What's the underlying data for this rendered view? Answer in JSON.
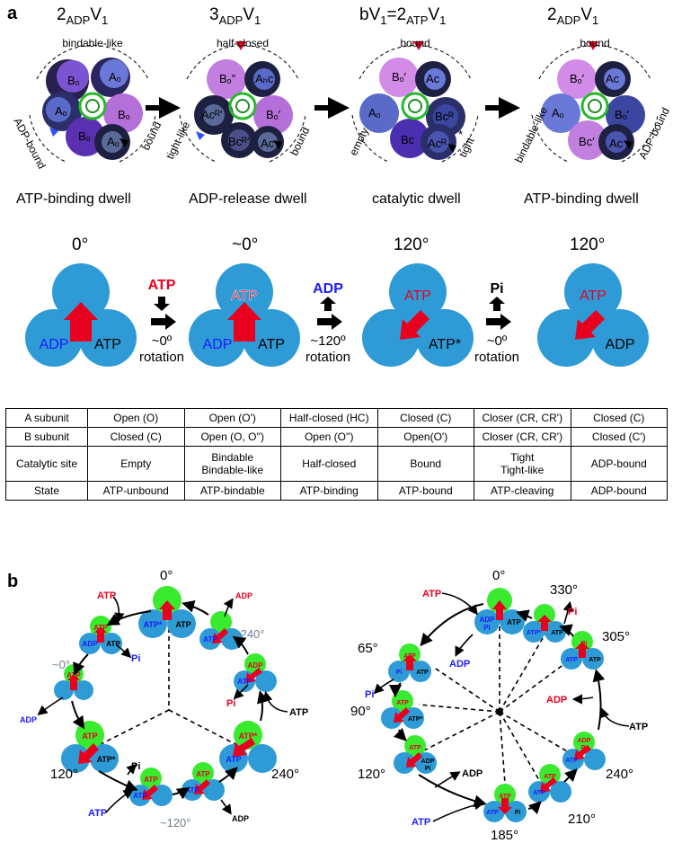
{
  "panel_a": {
    "label": "a",
    "states": [
      {
        "title_pre": "2",
        "title_sub": "ADP",
        "title_post": "V",
        "title_sub2": "1",
        "subunits": [
          "Bₒ",
          "Aₒ",
          "Aₒ",
          "Bₒ",
          "Bₒ",
          "Aₒ"
        ],
        "site_labels": [
          "bindable-like",
          "ADP-bound",
          "bound"
        ],
        "dwell": "ATP-binding dwell",
        "angle": "0°",
        "diagram": [
          "",
          "ADP",
          "ATP"
        ]
      },
      {
        "title_pre": "3",
        "title_sub": "ADP",
        "title_post": "V",
        "title_sub2": "1",
        "subunits": [
          "Bₒ″",
          "Aₕᴄ",
          "Aᴄᴿ′",
          "Bₒ′",
          "Bᴄᴿ′",
          "Aᴄ"
        ],
        "site_labels": [
          "half-closed",
          "tight-like",
          "bound"
        ],
        "dwell": "ADP-release dwell",
        "angle": "~0°",
        "diagram": [
          "ATP",
          "ADP",
          "ATP"
        ]
      },
      {
        "title_pre": "bV",
        "title_sub": "1",
        "title_post": "=2",
        "title_sub2": "ATP",
        "title_post2": "V",
        "title_sub3": "1",
        "subunits": [
          "Bₒ′",
          "Aᴄ",
          "Aₒ",
          "Bᴄᴿ",
          "Bᴄ",
          "Aᴄᴿ"
        ],
        "site_labels": [
          "bound",
          "empty",
          "tight"
        ],
        "dwell": "catalytic dwell",
        "angle": "120°",
        "diagram": [
          "ATP",
          "",
          "ATP*"
        ]
      },
      {
        "title_pre": "2",
        "title_sub": "ADP",
        "title_post": "V",
        "title_sub2": "1",
        "subunits": [
          "Bₒ′",
          "Aᴄ",
          "Aₒ",
          "Bₒ′",
          "Bᴄ′",
          "Aᴄ"
        ],
        "site_labels": [
          "bound",
          "bindable-like",
          "ADP-bound"
        ],
        "dwell": "ATP-binding dwell",
        "angle": "120°",
        "diagram": [
          "ATP",
          "",
          "ADP"
        ]
      }
    ],
    "transitions": [
      {
        "ligand": "ATP",
        "ligand_color": "#e8001f",
        "direction": "in",
        "rotation": "~0º",
        "rotation_word": "rotation"
      },
      {
        "ligand": "ADP",
        "ligand_color": "#1b1bff",
        "direction": "out",
        "rotation": "~120º",
        "rotation_word": "rotation"
      },
      {
        "ligand": "Pi",
        "ligand_color": "#000000",
        "direction": "out",
        "rotation": "~0º",
        "rotation_word": "rotation"
      }
    ],
    "table": {
      "rows": [
        {
          "header": "A subunit",
          "cells": [
            "Open (O)",
            "Open (O')",
            "Half-closed (HC)",
            "Closed (C)",
            "Closer (CR, CR')",
            "Closed (C)"
          ]
        },
        {
          "header": "B subunit",
          "cells": [
            "Closed (C)",
            "Open (O, O'')",
            "Open (O'')",
            "Open(O')",
            "Closer (CR, CR')",
            "Closed (C')"
          ]
        },
        {
          "header": "Catalytic site",
          "cells": [
            "Empty",
            "Bindable\nBindable-like",
            "Half-closed",
            "Bound",
            "Tight\nTight-like",
            "ADP-bound"
          ]
        },
        {
          "header": "State",
          "cells": [
            "ATP-unbound",
            "ATP-bindable",
            "ATP-binding",
            "ATP-bound",
            "ATP-cleaving",
            "ADP-bound"
          ]
        }
      ]
    }
  },
  "panel_b": {
    "label": "b",
    "left_cycle": {
      "angles": [
        "0°",
        "120°",
        "240°"
      ],
      "sub_angles": [
        "~0°",
        "~240°",
        "~120°"
      ],
      "ligands": {
        "atp": "ATP",
        "adp": "ADP",
        "pi": "Pi",
        "atp_star": "ATP*"
      }
    },
    "right_cycle": {
      "angles": [
        "0°",
        "330°",
        "305°",
        "65°",
        "90°",
        "120°",
        "240°",
        "210°",
        "185°"
      ],
      "ligands": {
        "atp": "ATP",
        "adp": "ADP",
        "pi": "Pi",
        "atp_star": "ATP*",
        "adp_pi_top": "ADP",
        "adp_pi_bot": "Pi"
      }
    }
  },
  "colors": {
    "blue": "#2e9bd6",
    "green": "#3aea2f",
    "red": "#e8001f",
    "ligand_blue": "#1b1bff",
    "gray_angle": "#6d7f8f"
  }
}
